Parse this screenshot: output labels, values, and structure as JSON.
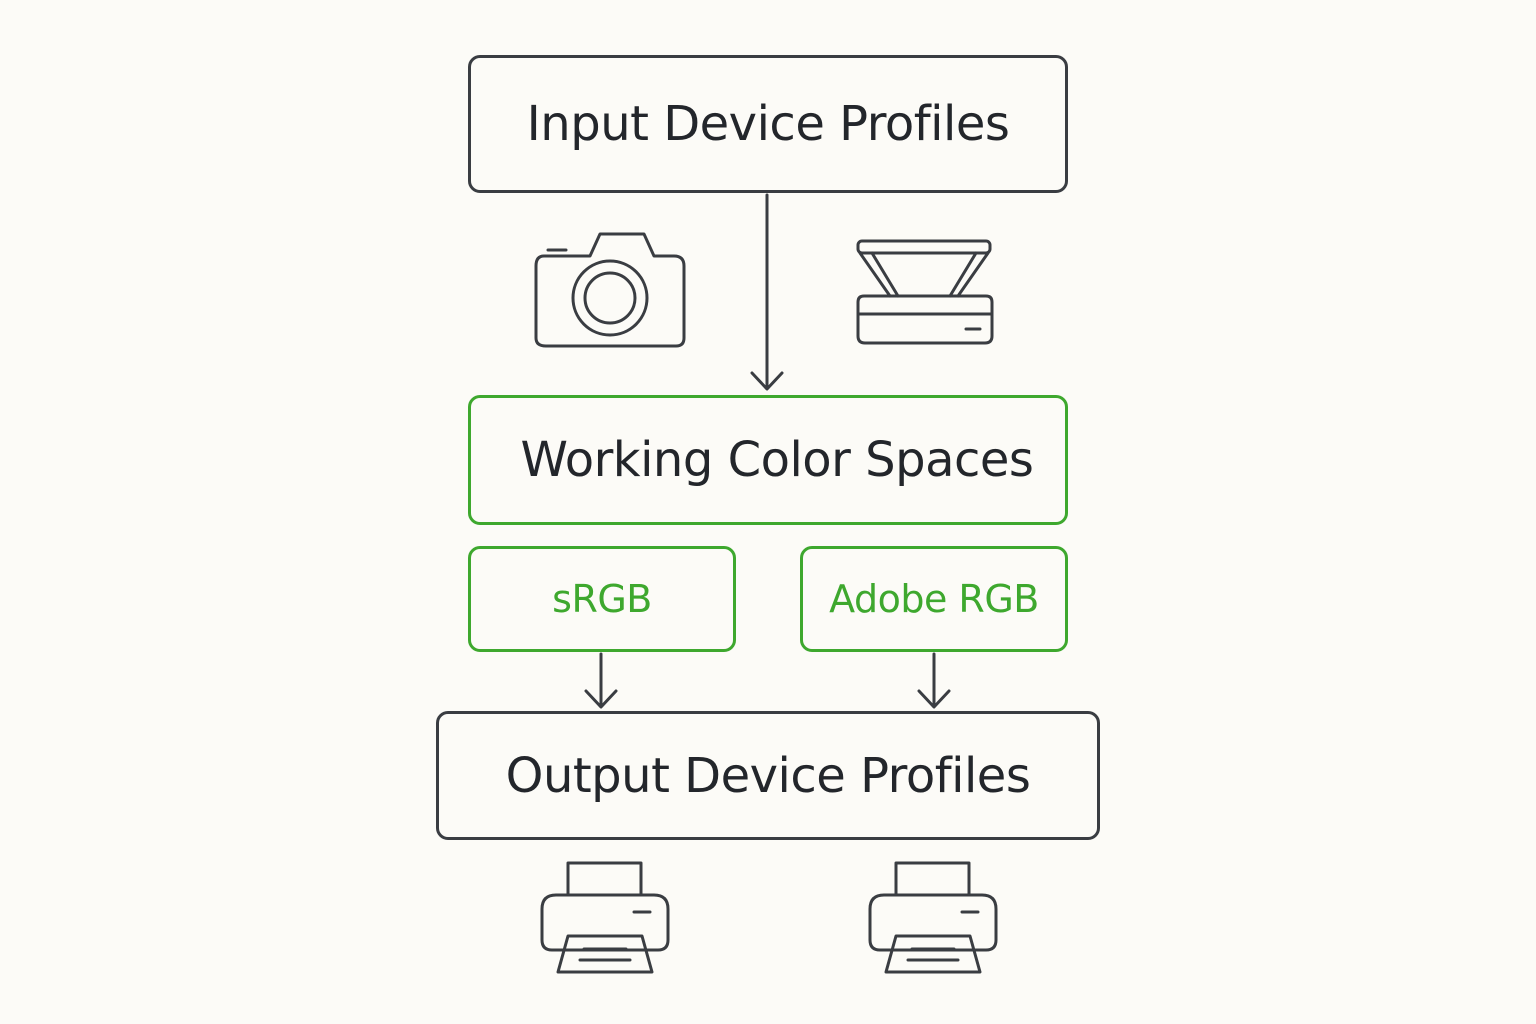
{
  "diagram": {
    "input_box": {
      "label": "Input Device Profiles"
    },
    "working_box": {
      "label": "Working Color Spaces"
    },
    "srgb_box": {
      "label": "sRGB"
    },
    "adobe_box": {
      "label": "Adobe RGB"
    },
    "output_box": {
      "label": "Output Device Profiles"
    }
  },
  "icons": {
    "input_devices": [
      "camera-icon",
      "scanner-icon"
    ],
    "output_devices": [
      "printer-icon",
      "printer-icon"
    ]
  },
  "colors": {
    "background": "#fcfbf7",
    "stroke": "#3a3d42",
    "text": "#23262b",
    "accent_green": "#3ea82e"
  }
}
